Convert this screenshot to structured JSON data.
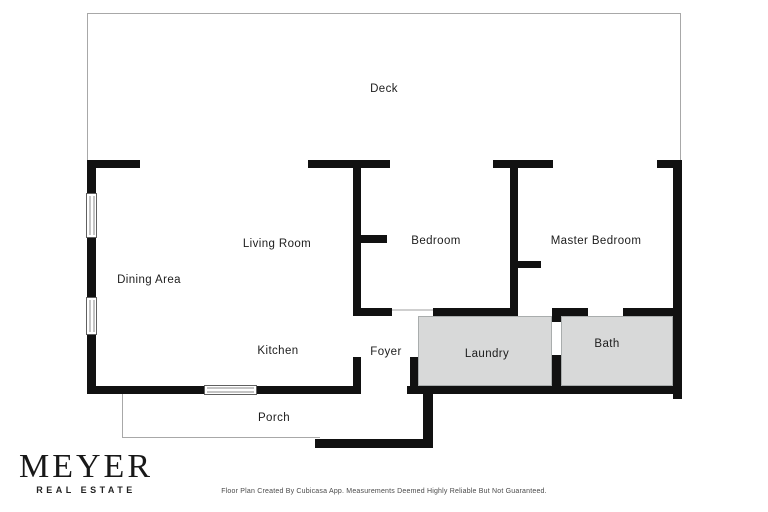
{
  "rooms": {
    "deck": {
      "label": "Deck"
    },
    "living_room": {
      "label": "Living Room"
    },
    "dining_area": {
      "label": "Dining Area"
    },
    "bedroom": {
      "label": "Bedroom"
    },
    "master_bedroom": {
      "label": "Master Bedroom"
    },
    "kitchen": {
      "label": "Kitchen"
    },
    "foyer": {
      "label": "Foyer"
    },
    "laundry": {
      "label": "Laundry"
    },
    "bath": {
      "label": "Bath"
    },
    "porch": {
      "label": "Porch"
    }
  },
  "branding": {
    "name": "MEYER",
    "tagline": "REAL ESTATE"
  },
  "footer": {
    "disclaimer": "Floor Plan Created By Cubicasa App. Measurements Deemed Highly Reliable But Not Guaranteed."
  },
  "colors": {
    "wall": "#111111",
    "room-fill": "#d8d9d9",
    "room-border": "#a9adad",
    "outline": "#a8a8a8",
    "label": "#1c1c1c"
  }
}
